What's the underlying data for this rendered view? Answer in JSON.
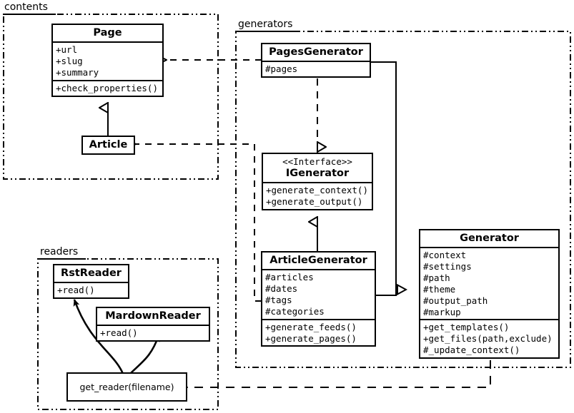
{
  "diagram": {
    "type": "uml-class-diagram",
    "title": "",
    "packages": [
      {
        "id": "contents",
        "label": "contents"
      },
      {
        "id": "generators",
        "label": "generators"
      },
      {
        "id": "readers",
        "label": "readers"
      }
    ],
    "classes": [
      {
        "id": "page",
        "name": "Page",
        "stereotype": "",
        "package": "contents",
        "attributes": [
          "+url",
          "+slug",
          "+summary"
        ],
        "operations": [
          "+check_properties()"
        ]
      },
      {
        "id": "article",
        "name": "Article",
        "stereotype": "",
        "package": "contents",
        "attributes": [],
        "operations": []
      },
      {
        "id": "pages-generator",
        "name": "PagesGenerator",
        "stereotype": "",
        "package": "generators",
        "attributes": [
          "#pages"
        ],
        "operations": []
      },
      {
        "id": "igenerator",
        "name": "IGenerator",
        "stereotype": "<<Interface>>",
        "package": "generators",
        "attributes": [],
        "operations": [
          "+generate_context()",
          "+generate_output()"
        ]
      },
      {
        "id": "article-generator",
        "name": "ArticleGenerator",
        "stereotype": "",
        "package": "generators",
        "attributes": [
          "#articles",
          "#dates",
          "#tags",
          "#categories"
        ],
        "operations": [
          "+generate_feeds()",
          "+generate_pages()"
        ]
      },
      {
        "id": "generator",
        "name": "Generator",
        "stereotype": "",
        "package": "",
        "attributes": [
          "#context",
          "#settings",
          "#path",
          "#theme",
          "#output_path",
          "#markup"
        ],
        "operations": [
          "+get_templates()",
          "+get_files(path,exclude)",
          "#_update_context()"
        ]
      },
      {
        "id": "rst-reader",
        "name": "RstReader",
        "stereotype": "",
        "package": "readers",
        "attributes": [],
        "operations": [
          "+read()"
        ]
      },
      {
        "id": "mardown-reader",
        "name": "MardownReader",
        "stereotype": "",
        "package": "readers",
        "attributes": [],
        "operations": [
          "+read()"
        ]
      }
    ],
    "functions": [
      {
        "id": "get-reader",
        "label": "get_reader(filename)",
        "package": "readers"
      }
    ],
    "relationships": [
      {
        "from": "article",
        "to": "page",
        "type": "generalization"
      },
      {
        "from": "pages-generator",
        "to": "igenerator",
        "type": "realization"
      },
      {
        "from": "article-generator",
        "to": "igenerator",
        "type": "generalization"
      },
      {
        "from": "pages-generator",
        "to": "generator",
        "type": "generalization"
      },
      {
        "from": "article-generator",
        "to": "generator",
        "type": "generalization"
      },
      {
        "from": "pages-generator",
        "to": "page",
        "type": "dependency"
      },
      {
        "from": "article-generator",
        "to": "article",
        "type": "dependency"
      },
      {
        "from": "generator",
        "to": "get-reader",
        "type": "dependency"
      },
      {
        "from": "get-reader",
        "to": "rst-reader",
        "type": "association"
      },
      {
        "from": "get-reader",
        "to": "mardown-reader",
        "type": "association"
      }
    ],
    "colors": {
      "stroke": "#000000",
      "fill": "#ffffff",
      "text": "#000000"
    }
  }
}
